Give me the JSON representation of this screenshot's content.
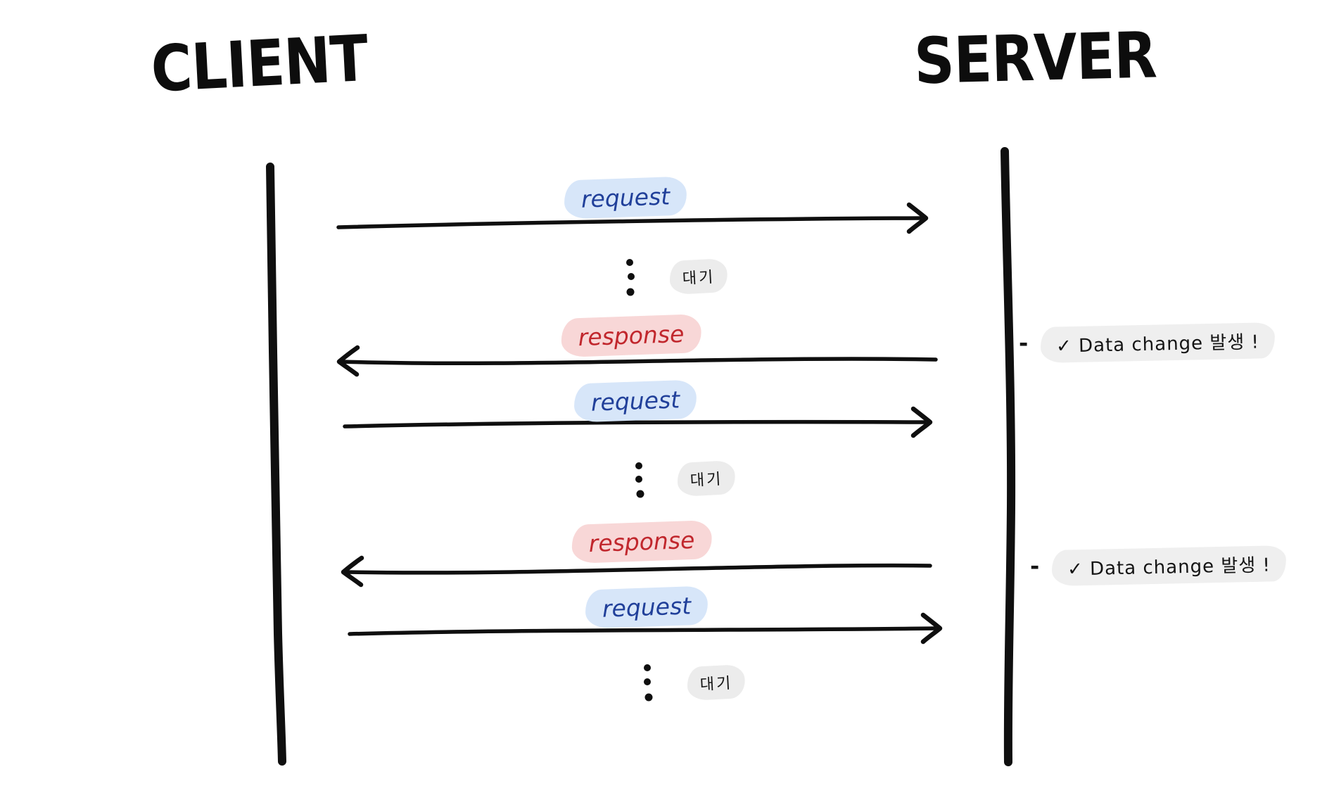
{
  "diagram": {
    "kind": "sequence-diagram",
    "style": "hand-drawn",
    "actors": {
      "client": "CLIENT",
      "server": "SERVER"
    },
    "sequence": [
      {
        "kind": "request",
        "label": "request",
        "from": "client",
        "to": "server"
      },
      {
        "kind": "wait",
        "label": "대기"
      },
      {
        "kind": "response",
        "label": "response",
        "from": "server",
        "to": "client"
      },
      {
        "kind": "request",
        "label": "request",
        "from": "client",
        "to": "server"
      },
      {
        "kind": "wait",
        "label": "대기"
      },
      {
        "kind": "response",
        "label": "response",
        "from": "server",
        "to": "client"
      },
      {
        "kind": "request",
        "label": "request",
        "from": "client",
        "to": "server"
      },
      {
        "kind": "wait",
        "label": "대기"
      }
    ],
    "annotations": [
      {
        "prefix": "-",
        "text": "✓ Data change 발생 !"
      },
      {
        "prefix": "-",
        "text": "✓ Data change 발생 !"
      }
    ],
    "colors": {
      "ink": "#0f0f0f",
      "request_text": "#21409a",
      "request_highlight": "#d7e6f9",
      "response_text": "#c1272d",
      "response_highlight": "#f8d7d7",
      "neutral_highlight": "#ececec",
      "background": "#ffffff"
    }
  }
}
